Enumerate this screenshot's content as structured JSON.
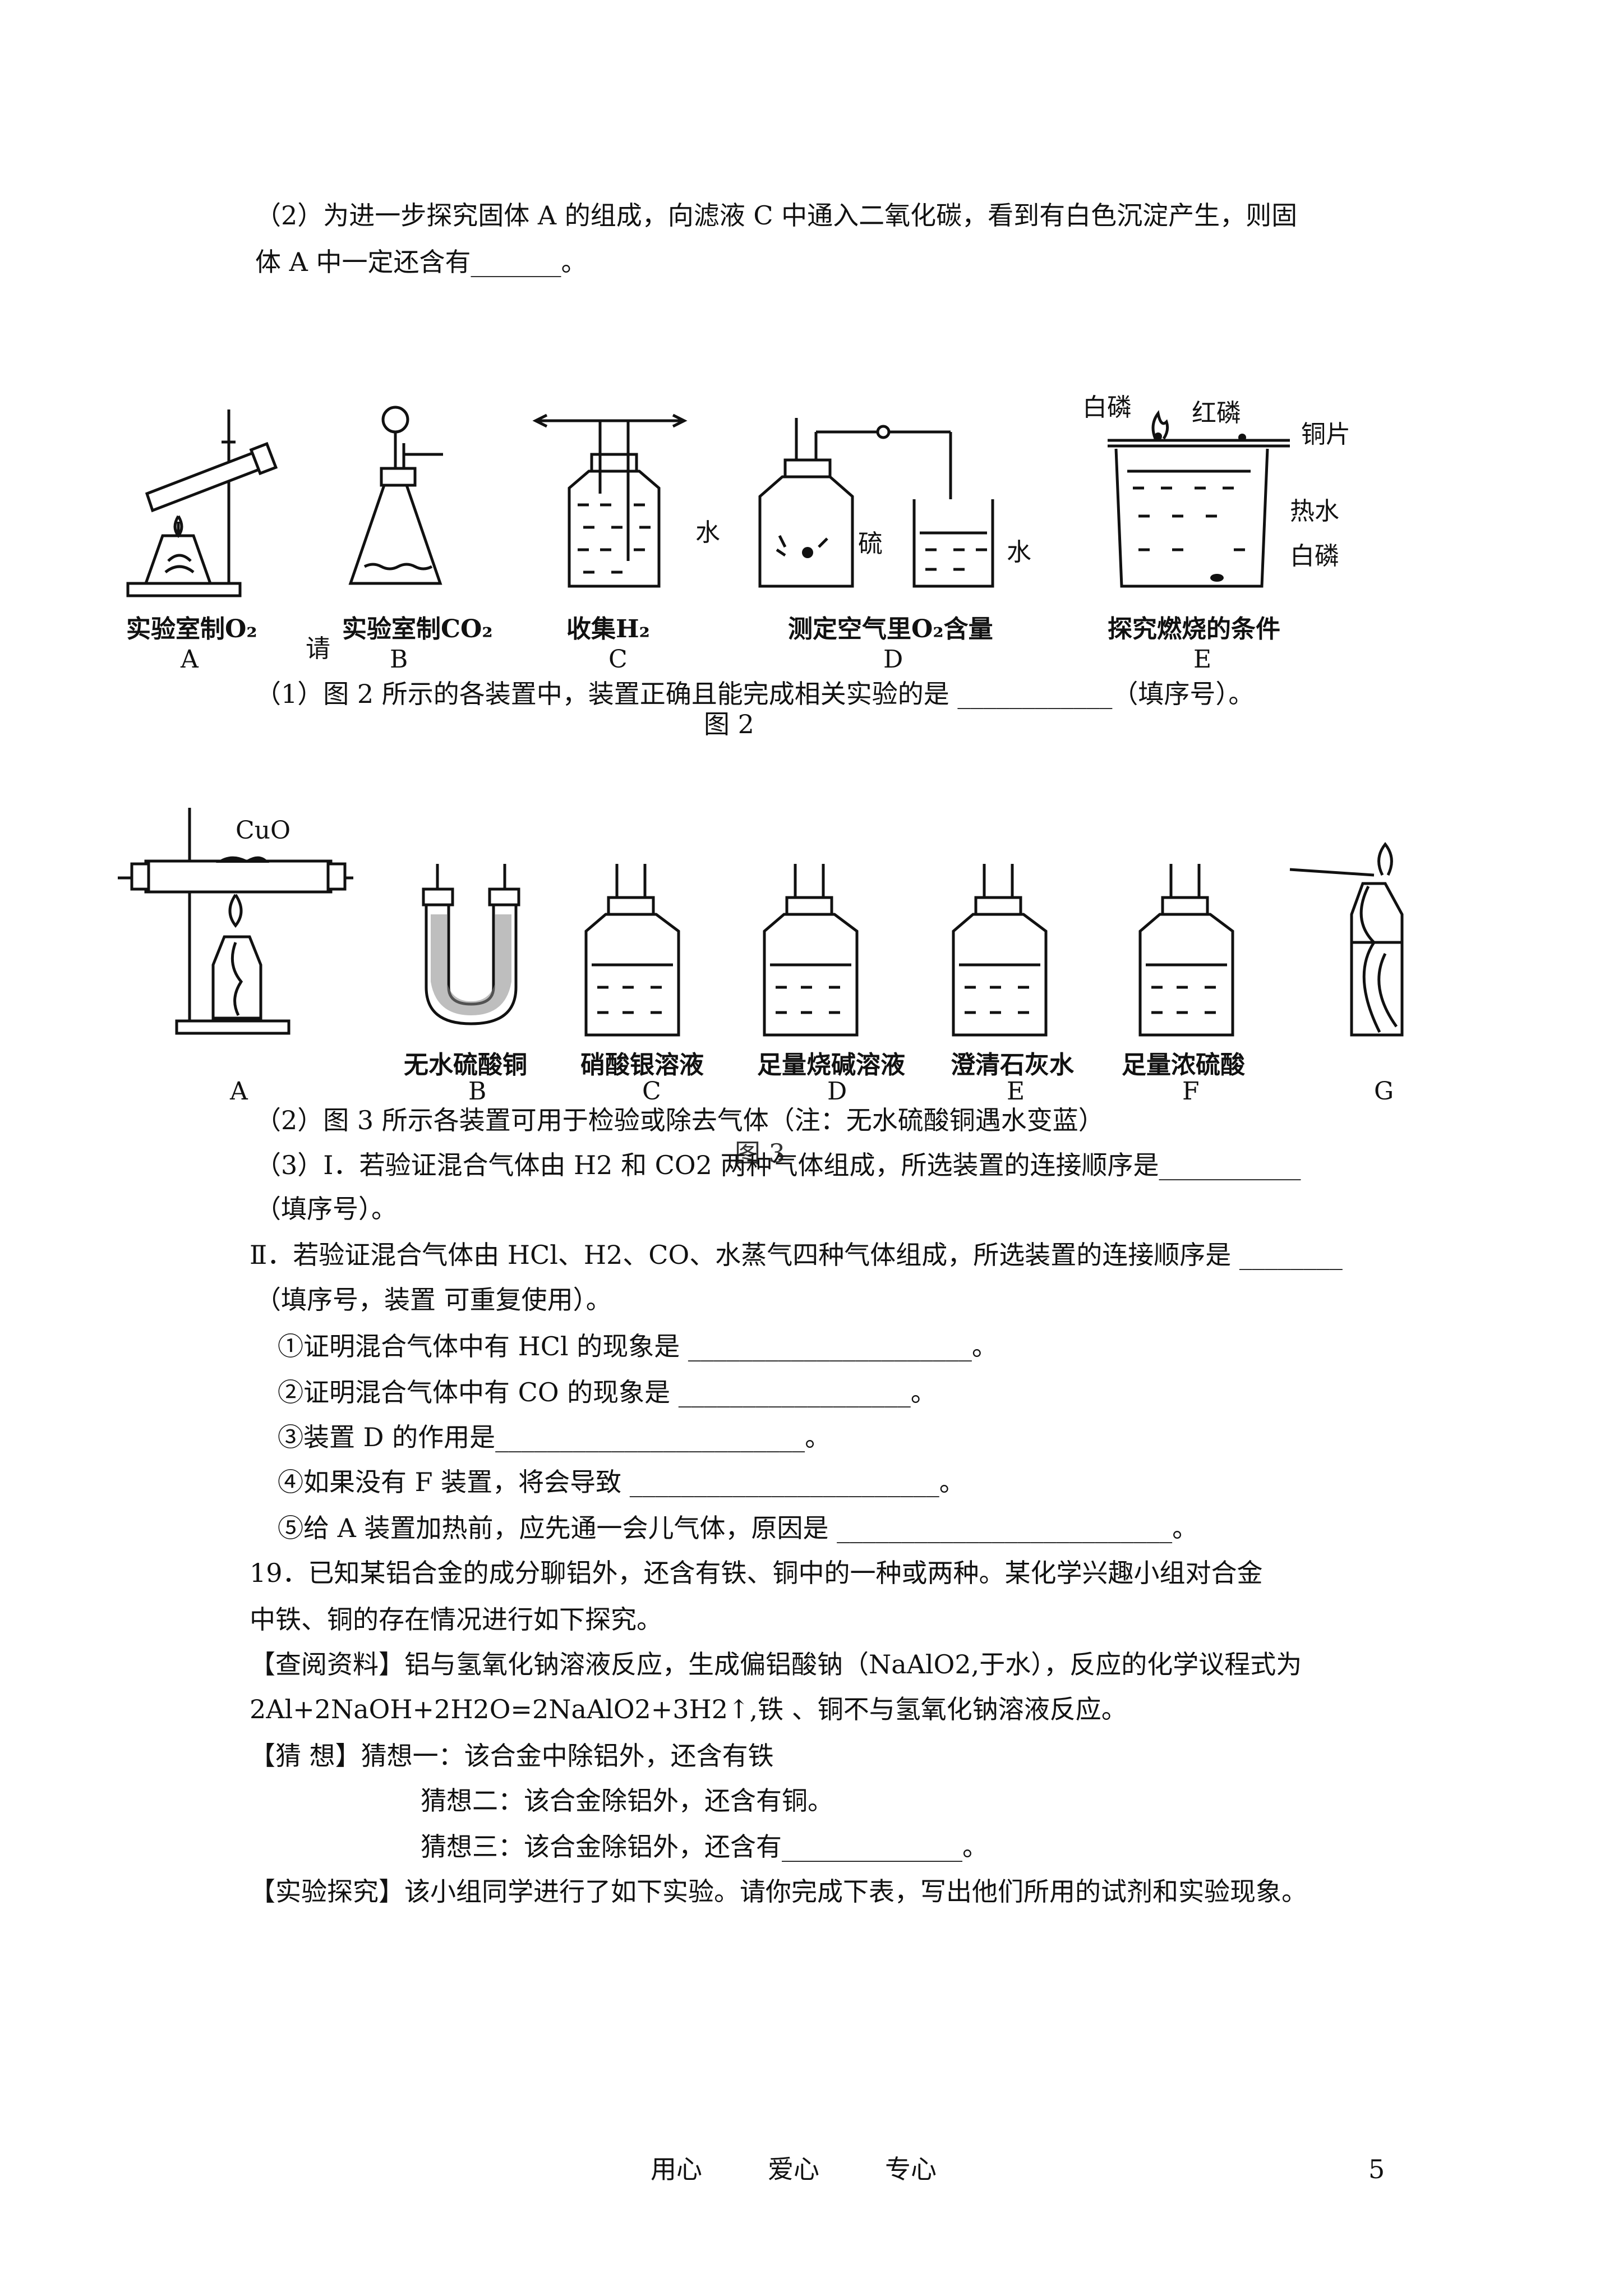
{
  "q18_part2": [
    "（2）为进一步探究固体 A 的组成，向滤液 C 中通入二氧化碳，看到有白色沉淀产生，则固",
    "体 A 中一定还含有_______。"
  ],
  "fig2": {
    "top_labels": {
      "white_p_top": "白磷",
      "red_p": "红磷",
      "cu_sheet": "铜片"
    },
    "inner_labels": {
      "water_c": "水",
      "sulfur": "硫",
      "water_d": "水",
      "hot_water": "热水",
      "white_p_bottom": "白磷"
    },
    "captions": [
      "实验室制O₂",
      "实验室制CO₂",
      "收集H₂",
      "测定空气里O₂含量",
      "探究燃烧的条件"
    ],
    "letters": [
      "A",
      "B",
      "C",
      "D",
      "E"
    ],
    "stray": "请",
    "question": "（1）图 2 所示的各装置中，装置正确且能完成相关实验的是 ____________（填序号）。",
    "title": "图 2"
  },
  "fig3": {
    "cuo": "CuO",
    "captions": [
      "无水硫酸铜",
      "硝酸银溶液",
      "足量烧碱溶液",
      "澄清石灰水",
      "足量浓硫酸"
    ],
    "letters": [
      "A",
      "B",
      "C",
      "D",
      "E",
      "F",
      "G"
    ],
    "note": "（2）图 3 所示各装置可用于检验或除去气体（注：无水硫酸铜遇水变蓝）",
    "title": "图 3"
  },
  "q18_part3": [
    "（3）Ⅰ．若验证混合气体由 H2 和 CO2 两种气体组成，所选装置的连接顺序是___________",
    "（填序号）。",
    "Ⅱ．若验证混合气体由 HCl、H2、CO、水蒸气四种气体组成，所选装置的连接顺序是 ________",
    "（填序号，装置 可重复使用）。",
    "①证明混合气体中有 HCl 的现象是 ______________________。",
    "②证明混合气体中有 CO 的现象是 __________________。",
    "③装置 D 的作用是________________________。",
    "④如果没有 F 装置，将会导致 ________________________。",
    "⑤给 A 装置加热前，应先通一会儿气体，原因是 __________________________。"
  ],
  "q19": [
    "19．已知某铝合金的成分聊铝外，还含有铁、铜中的一种或两种。某化学兴趣小组对合金",
    "中铁、铜的存在情况进行如下探究。",
    "【查阅资料】铝与氢氧化钠溶液反应，生成偏铝酸钠（NaAlO2,于水），反应的化学议程式为",
    "2Al+2NaOH+2H2O=2NaAlO2+3H2↑,铁 、铜不与氢氧化钠溶液反应。",
    "【猜      想】猜想一：该合金中除铝外，还含有铁",
    "猜想二：该合金除铝外，还含有铜。",
    "猜想三：该合金除铝外，还含有______________。",
    "【实验探究】该小组同学进行了如下实验。请你完成下表，写出他们所用的试剂和实验现象。"
  ],
  "footer": {
    "motto": "用心        爱心        专心",
    "page": "5"
  }
}
